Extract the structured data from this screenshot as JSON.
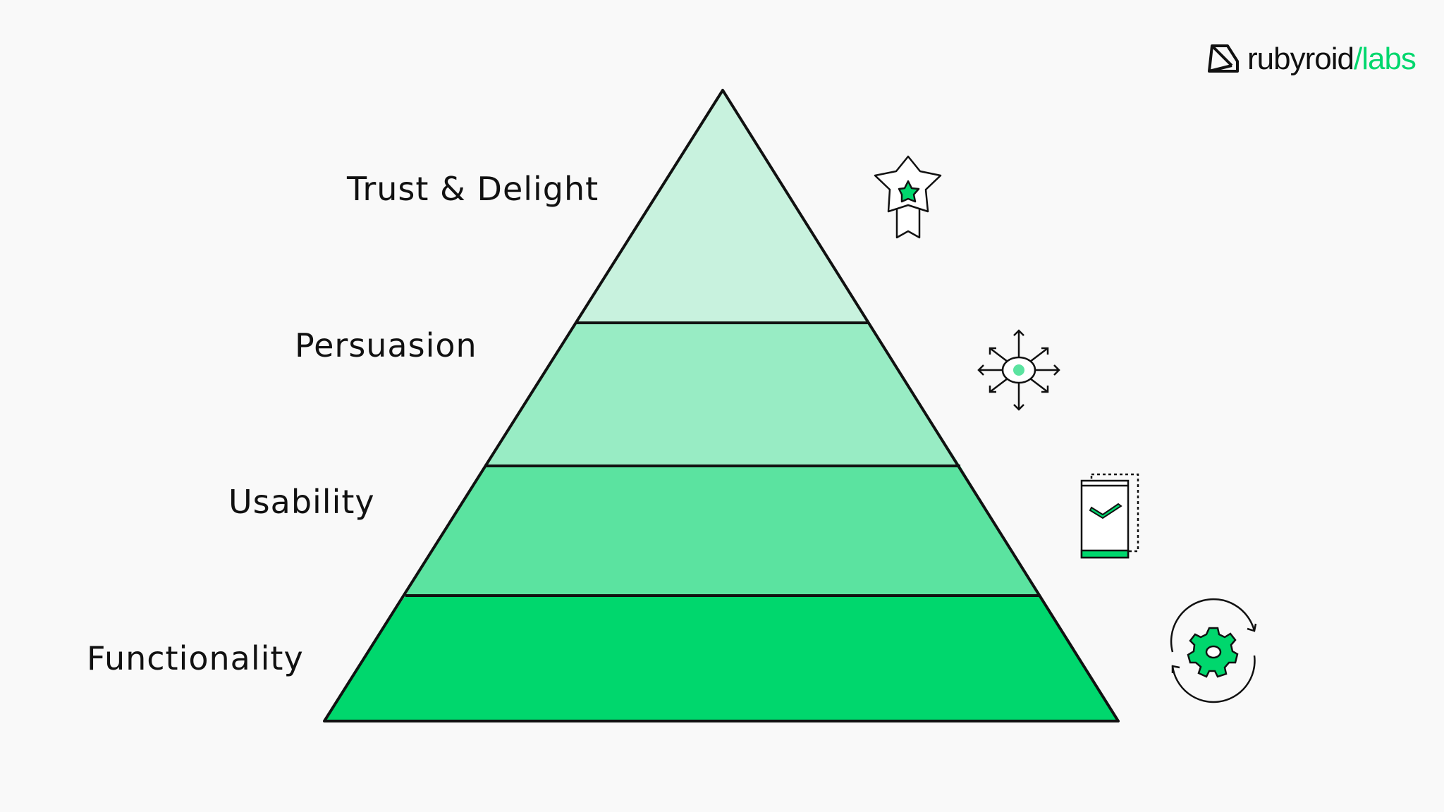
{
  "logo": {
    "text": "rubyroid",
    "accent": "/labs"
  },
  "colors": {
    "background": "#f9f9f9",
    "level1": "#c8f2de",
    "level2": "#98ecc4",
    "level3": "#5be3a0",
    "level4": "#00d76d",
    "outline": "#111111"
  },
  "pyramid": {
    "levels": [
      {
        "label": "Trust & Delight",
        "icon": "award-star-icon"
      },
      {
        "label": "Persuasion",
        "icon": "radiating-arrows-icon"
      },
      {
        "label": "Usability",
        "icon": "document-check-icon"
      },
      {
        "label": "Functionality",
        "icon": "gear-cycle-icon"
      }
    ]
  }
}
